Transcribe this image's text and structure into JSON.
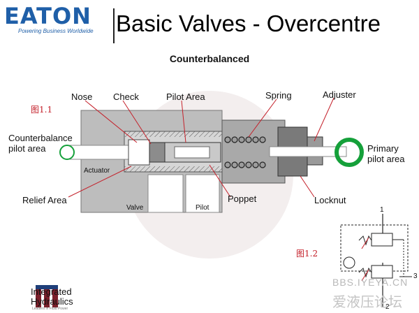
{
  "header": {
    "brand": "EATON",
    "brand_tagline": "Powering Business Worldwide",
    "title": "Basic Valves - Overcentre",
    "subtitle": "Counterbalanced"
  },
  "figure_refs": {
    "fig1": "图1.1",
    "fig2": "图1.2"
  },
  "labels": {
    "nose": "Nose",
    "check": "Check",
    "pilot_area": "Pilot Area",
    "spring": "Spring",
    "adjuster": "Adjuster",
    "counterbalance_pilot_line1": "Counterbalance",
    "counterbalance_pilot_line2": "pilot area",
    "primary_pilot_line1": "Primary",
    "primary_pilot_line2": "pilot area",
    "actuator": "Actuator",
    "relief_area": "Relief Area",
    "valve": "Valve",
    "pilot": "Pilot",
    "poppet": "Poppet",
    "locknut": "Locknut"
  },
  "symbol_ports": [
    "1",
    "2",
    "3"
  ],
  "footer": {
    "company_line1": "Integrated",
    "company_line2": "Hydraulics",
    "company_tagline": "Leaders in Fluid Power",
    "watermark_line1": "BBS.IYEYA.CN",
    "watermark_line2": "爱液压论坛"
  },
  "colors": {
    "brand_blue": "#1f5fa8",
    "pilot_green": "#15a03a",
    "annotation_red": "#c4202a",
    "body_grey": "#b9b9b9",
    "spool_grey": "#8c8c8c"
  }
}
